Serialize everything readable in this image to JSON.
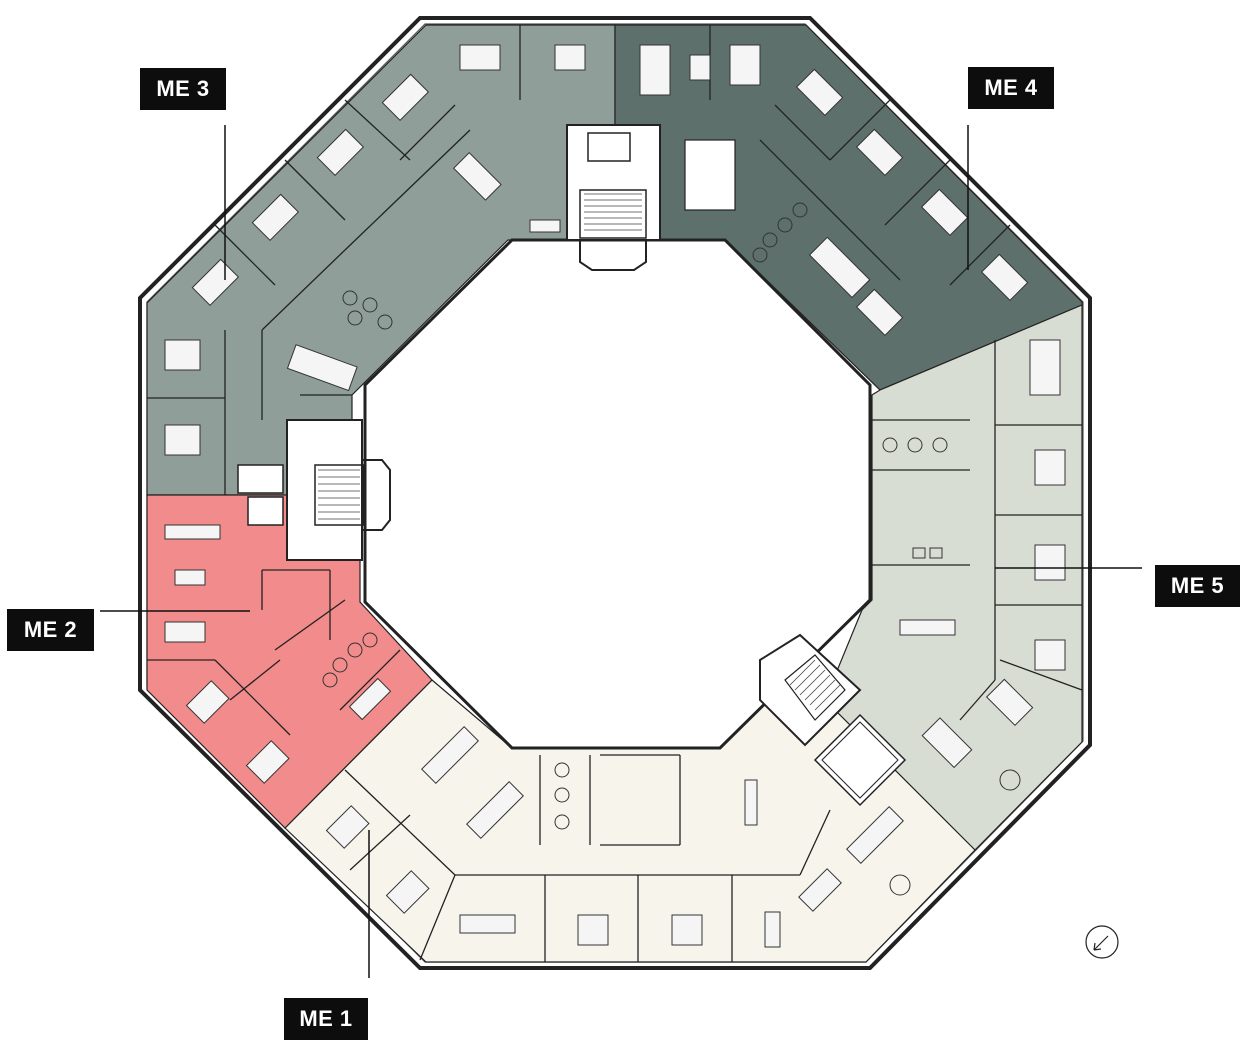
{
  "floor_plan": {
    "units": [
      {
        "id": "me1",
        "label": "ME 1",
        "color": "#f7f4ec"
      },
      {
        "id": "me2",
        "label": "ME 2",
        "color": "#f28b8b"
      },
      {
        "id": "me3",
        "label": "ME 3",
        "color": "#8f9e99"
      },
      {
        "id": "me4",
        "label": "ME 4",
        "color": "#5e706b"
      },
      {
        "id": "me5",
        "label": "ME 5",
        "color": "#d8ddd4"
      }
    ],
    "colors": {
      "core": "#ffffff",
      "walls": "#222222",
      "label_background": "#0d0d0d",
      "label_text": "#ffffff"
    },
    "icons": [
      "north-arrow-icon"
    ]
  }
}
